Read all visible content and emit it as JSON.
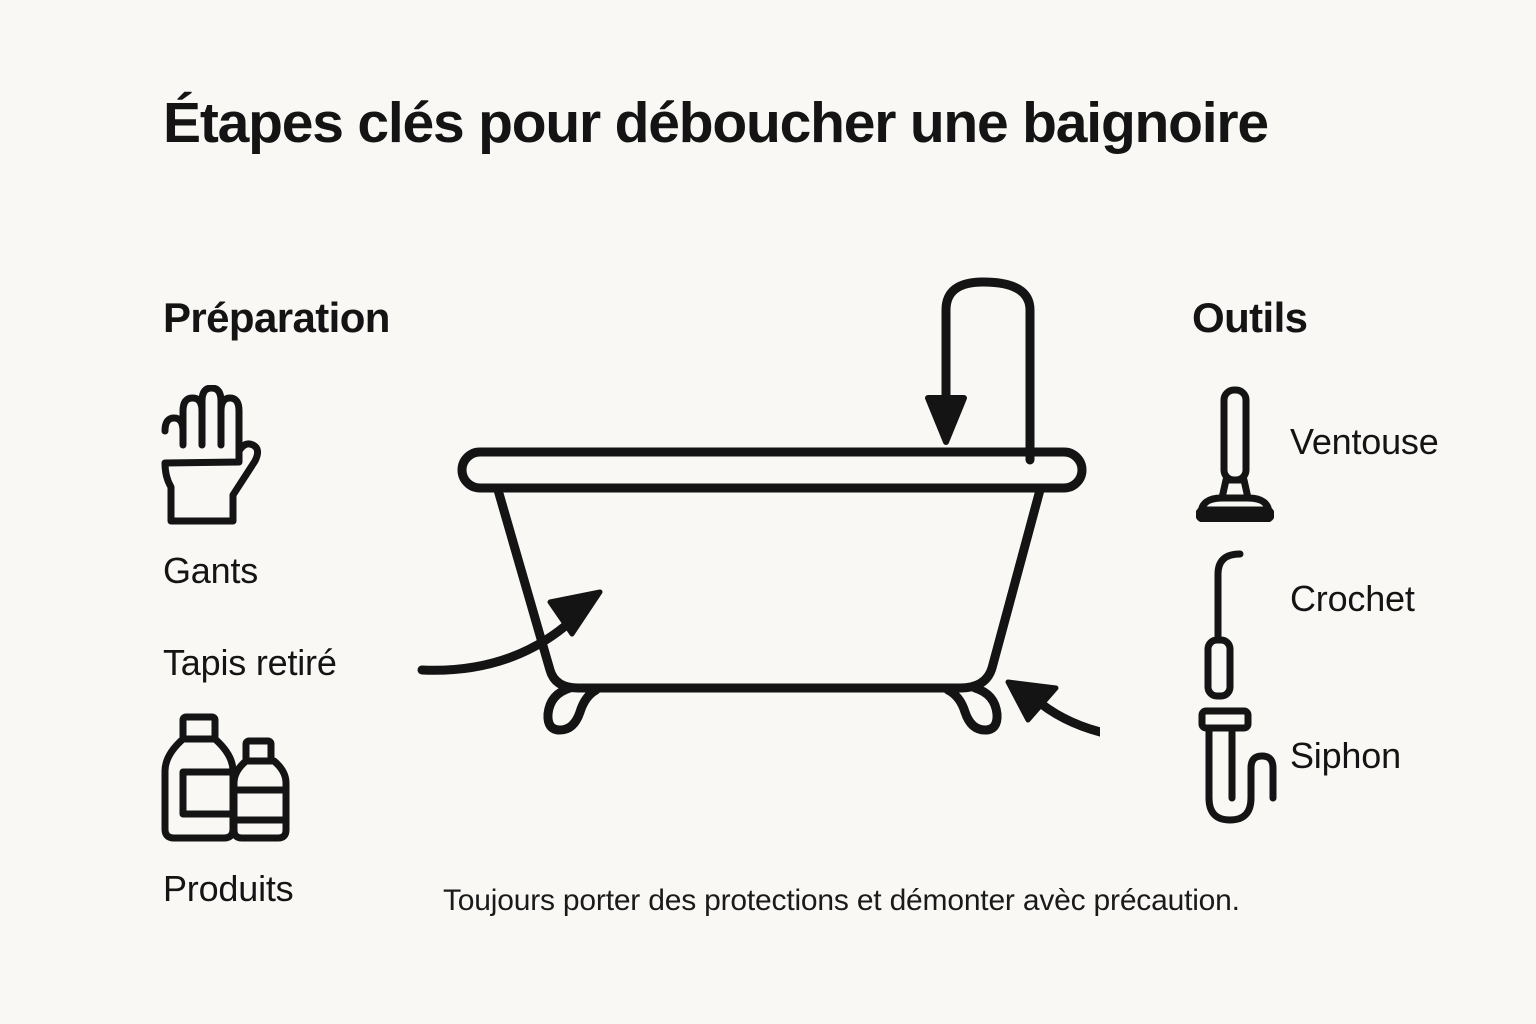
{
  "meta": {
    "background_color": "#f9f8f5",
    "ink_color": "#141414",
    "language": "fr"
  },
  "header": {
    "title": "Étapes clés pour déboucher une baignoire"
  },
  "left_column": {
    "heading": "Préparation",
    "items": [
      {
        "icon": "gloves-icon",
        "label": "Gants"
      },
      {
        "icon": "none",
        "label": "Tapis retiré"
      },
      {
        "icon": "bottles-icon",
        "label": "Produits"
      }
    ]
  },
  "right_column": {
    "heading": "Outils",
    "items": [
      {
        "icon": "plunger-icon",
        "label": "Ventouse"
      },
      {
        "icon": "hook-icon",
        "label": "Crochet"
      },
      {
        "icon": "siphon-icon",
        "label": "Siphon"
      }
    ]
  },
  "center": {
    "illustration": "bathtub-clawfoot-illustration",
    "annotations": [
      {
        "name": "drain-down-arrow",
        "direction": "down-into-tub"
      },
      {
        "name": "mat-removed-arrow",
        "direction": "up-right-into-tub"
      },
      {
        "name": "siphon-arrow",
        "direction": "left-toward-tub-foot"
      }
    ]
  },
  "footer": {
    "caption": "Toujours porter des protections et démonter avèc précaution."
  }
}
